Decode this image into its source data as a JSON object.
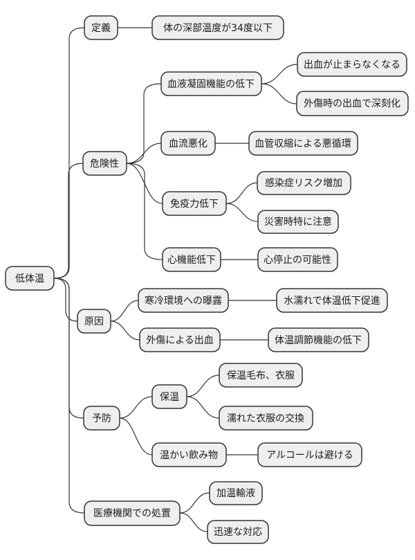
{
  "mindmap": {
    "root": {
      "label": "低体温",
      "children": [
        {
          "label": "定義",
          "children": [
            {
              "label": "体の深部温度が34度以下"
            }
          ]
        },
        {
          "label": "危険性",
          "children": [
            {
              "label": "血液凝固機能の低下",
              "children": [
                {
                  "label": "出血が止まらなくなる"
                },
                {
                  "label": "外傷時の出血で深刻化"
                }
              ]
            },
            {
              "label": "血流悪化",
              "children": [
                {
                  "label": "血管収縮による悪循環"
                }
              ]
            },
            {
              "label": "免疫力低下",
              "children": [
                {
                  "label": "感染症リスク増加"
                },
                {
                  "label": "災害時特に注意"
                }
              ]
            },
            {
              "label": "心機能低下",
              "children": [
                {
                  "label": "心停止の可能性"
                }
              ]
            }
          ]
        },
        {
          "label": "原因",
          "children": [
            {
              "label": "寒冷環境への曝露",
              "children": [
                {
                  "label": "水濡れで体温低下促進"
                }
              ]
            },
            {
              "label": "外傷による出血",
              "children": [
                {
                  "label": "体温調節機能の低下"
                }
              ]
            }
          ]
        },
        {
          "label": "予防",
          "children": [
            {
              "label": "保温",
              "children": [
                {
                  "label": "保温毛布、衣服"
                },
                {
                  "label": "濡れた衣服の交換"
                }
              ]
            },
            {
              "label": "温かい飲み物",
              "children": [
                {
                  "label": "アルコールは避ける"
                }
              ]
            }
          ]
        },
        {
          "label": "医療機関での処置",
          "children": [
            {
              "label": "加温輸液"
            },
            {
              "label": "迅速な対応"
            }
          ]
        }
      ]
    },
    "style": {
      "node_fill": "#efefef",
      "node_border": "#333333",
      "connector_color": "#333333",
      "text_color": "#1a1a1a",
      "background": "#ffffff"
    }
  }
}
